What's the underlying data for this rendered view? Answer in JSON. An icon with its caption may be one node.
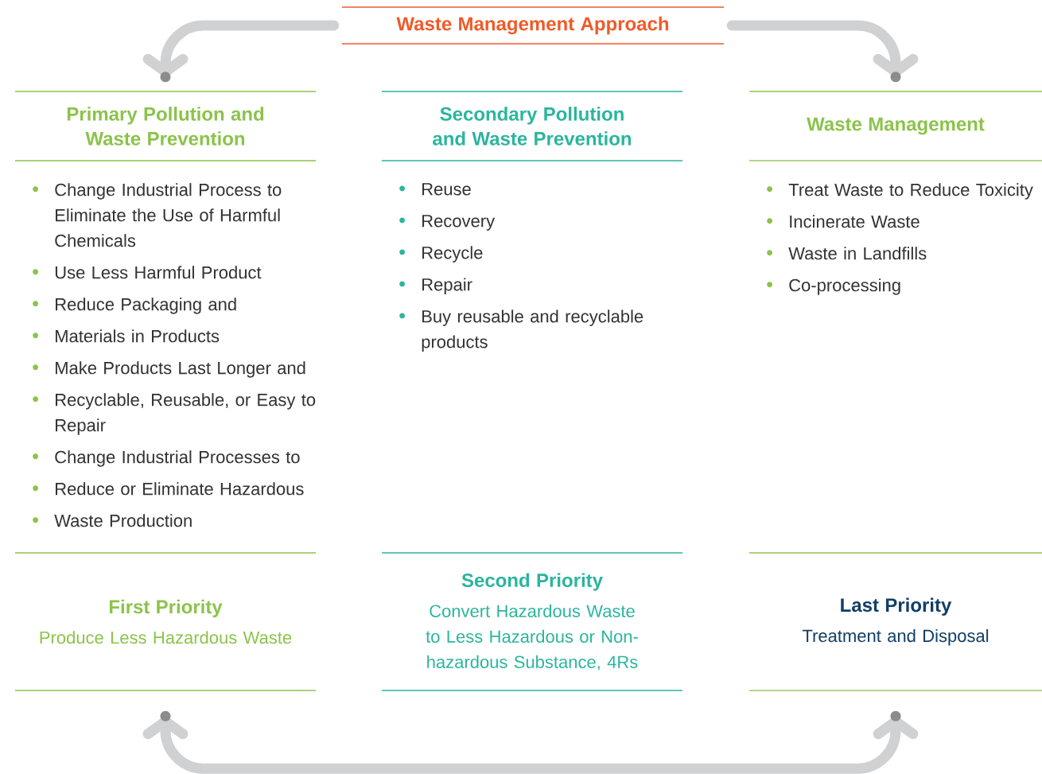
{
  "diagram": {
    "nodes": [
      {
        "text": [
          "Waste Management Approach"
        ]
      },
      {
        "text": [
          "Primary Pollution and Waste Prevention"
        ]
      },
      {
        "text": [
          "Secondary Pollution and Waste Prevention"
        ]
      },
      {
        "text": [
          "Waste Management"
        ]
      },
      {
        "text": [
          "Change Industrial Process to Eliminate the Use of Harmful Chemicals",
          "Use Less Harmful Product",
          "Reduce Packaging and",
          "Materials in Products",
          "Make Products Last Longer and",
          "Recyclable, Reusable, or Easy to Repair",
          "Change Industrial Processes to",
          "Reduce or Eliminate Hazardous",
          "Waste Production"
        ]
      },
      {
        "text": [
          "Reuse",
          "Recovery",
          "Recycle",
          "Repair",
          "Buy reusable and recyclable products"
        ]
      },
      {
        "text": [
          "Treat Waste to Reduce Toxicity",
          "Incinerate Waste",
          "Waste in Landfills",
          "Co-processing"
        ]
      },
      {
        "text": [
          "First Priority",
          "Produce Less Hazardous Waste"
        ]
      },
      {
        "text": [
          "Second Priority",
          "Convert Hazardous Waste to Less Hazardous or Non-hazardous Substance, 4Rs"
        ]
      },
      {
        "text": [
          "Last Priority",
          "Treatment and Disposal"
        ]
      }
    ],
    "edges": [
      {
        "from": 0,
        "to": 1,
        "arrow": "to"
      },
      {
        "from": 0,
        "to": 3,
        "arrow": "to"
      },
      {
        "from": 7,
        "to": 9,
        "arrow": "both"
      }
    ]
  }
}
